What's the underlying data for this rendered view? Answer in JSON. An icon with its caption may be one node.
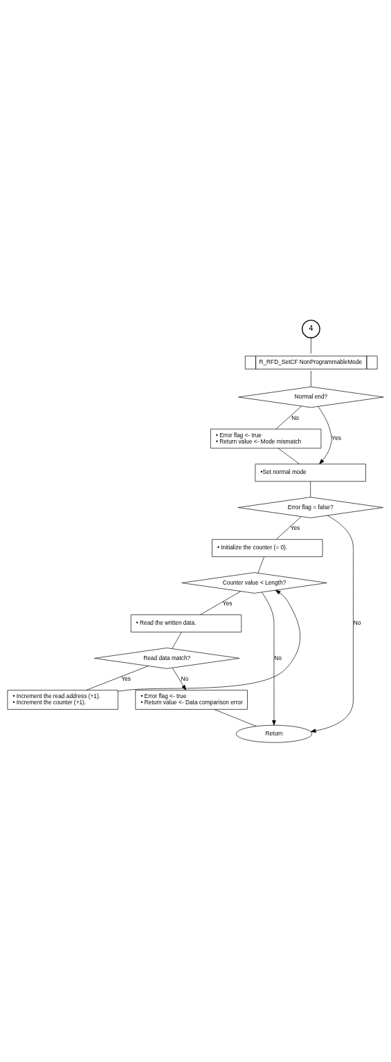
{
  "diagram": {
    "nodes": [
      {
        "text": [
          "4"
        ]
      },
      {
        "text": [
          "R_RFD_SetCF NonProgrammableMode"
        ]
      },
      {
        "text": [
          "Normal end?"
        ]
      },
      {
        "text": [
          "• Error flag <- true",
          "• Return value <- Mode mismatch"
        ]
      },
      {
        "text": [
          "•Set normal mode"
        ]
      },
      {
        "text": [
          "Error flag = false?"
        ]
      },
      {
        "text": [
          "• Initialize the counter (= 0)."
        ]
      },
      {
        "text": [
          "Counter value < Length?"
        ]
      },
      {
        "text": [
          "• Read the written data."
        ]
      },
      {
        "text": [
          "Read data match?"
        ]
      },
      {
        "text": [
          "• Increment the read address (+1).",
          "• Increment the counter (+1)."
        ]
      },
      {
        "text": [
          "• Error flag <- true",
          "• Return value <- Data comparison error"
        ]
      },
      {
        "text": [
          "Return"
        ]
      }
    ],
    "edges": [
      {
        "from": 0,
        "to": 1,
        "arrow": "none"
      },
      {
        "from": 1,
        "to": 2,
        "arrow": "none"
      },
      {
        "from": 2,
        "to": 3,
        "label": "No",
        "arrow": "none"
      },
      {
        "from": 2,
        "to": 4,
        "label": "Yes",
        "arrow": "to"
      },
      {
        "from": 3,
        "to": 4,
        "arrow": "none"
      },
      {
        "from": 4,
        "to": 5,
        "arrow": "none"
      },
      {
        "from": 5,
        "to": 6,
        "label": "Yes",
        "arrow": "none"
      },
      {
        "from": 5,
        "to": 12,
        "label": "No",
        "arrow": "to"
      },
      {
        "from": 6,
        "to": 7,
        "arrow": "none"
      },
      {
        "from": 7,
        "to": 8,
        "label": "Yes",
        "arrow": "none"
      },
      {
        "from": 7,
        "to": 12,
        "label": "No",
        "arrow": "to"
      },
      {
        "from": 8,
        "to": 9,
        "arrow": "none"
      },
      {
        "from": 9,
        "to": 10,
        "label": "Yes",
        "arrow": "none"
      },
      {
        "from": 9,
        "to": 11,
        "label": "No",
        "arrow": "to"
      },
      {
        "from": 10,
        "to": 7,
        "arrow": "to"
      },
      {
        "from": 11,
        "to": 12,
        "arrow": "none"
      }
    ]
  }
}
